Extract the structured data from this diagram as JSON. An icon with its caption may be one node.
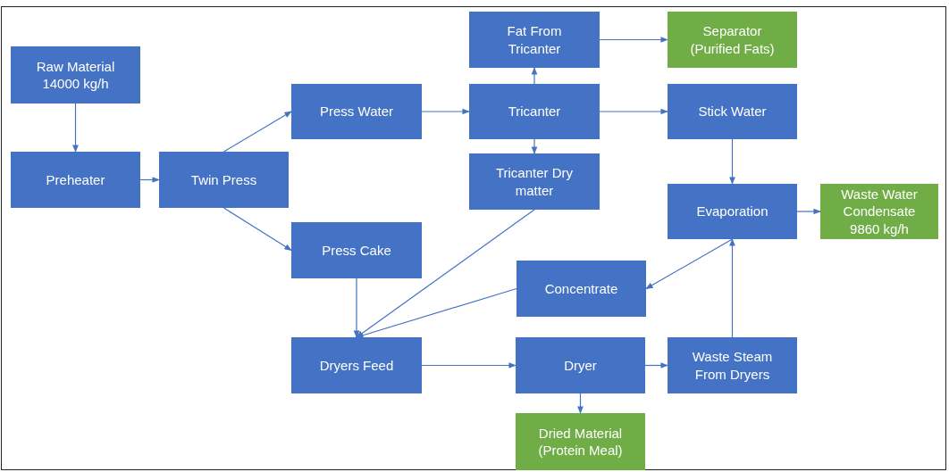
{
  "diagram": {
    "nodes": [
      {
        "text": [
          "Raw Material 14000 kg/h"
        ]
      },
      {
        "text": [
          "Preheater"
        ]
      },
      {
        "text": [
          "Twin Press"
        ]
      },
      {
        "text": [
          "Press Water"
        ]
      },
      {
        "text": [
          "Press Cake"
        ]
      },
      {
        "text": [
          "Fat From Tricanter"
        ]
      },
      {
        "text": [
          "Separator (Purified Fats)"
        ]
      },
      {
        "text": [
          "Tricanter"
        ]
      },
      {
        "text": [
          "Stick Water"
        ]
      },
      {
        "text": [
          "Tricanter Dry matter"
        ]
      },
      {
        "text": [
          "Evaporation"
        ]
      },
      {
        "text": [
          "Waste Water Condensate 9860 kg/h"
        ]
      },
      {
        "text": [
          "Concentrate"
        ]
      },
      {
        "text": [
          "Dryers Feed"
        ]
      },
      {
        "text": [
          "Dryer"
        ]
      },
      {
        "text": [
          "Waste Steam From Dryers"
        ]
      },
      {
        "text": [
          "Dried Material (Protein Meal)"
        ]
      }
    ],
    "edges": [
      {
        "from": 0,
        "to": 1,
        "arrow": "to"
      },
      {
        "from": 1,
        "to": 2,
        "arrow": "to"
      },
      {
        "from": 2,
        "to": 3,
        "arrow": "to"
      },
      {
        "from": 2,
        "to": 4,
        "arrow": "to"
      },
      {
        "from": 3,
        "to": 7,
        "arrow": "to"
      },
      {
        "from": 7,
        "to": 5,
        "arrow": "to"
      },
      {
        "from": 5,
        "to": 6,
        "arrow": "to"
      },
      {
        "from": 7,
        "to": 8,
        "arrow": "to"
      },
      {
        "from": 7,
        "to": 9,
        "arrow": "to"
      },
      {
        "from": 8,
        "to": 10,
        "arrow": "to"
      },
      {
        "from": 10,
        "to": 11,
        "arrow": "to"
      },
      {
        "from": 10,
        "to": 12,
        "arrow": "to"
      },
      {
        "from": 4,
        "to": 13,
        "arrow": "to"
      },
      {
        "from": 9,
        "to": 13,
        "arrow": "to"
      },
      {
        "from": 12,
        "to": 13,
        "arrow": "to"
      },
      {
        "from": 13,
        "to": 14,
        "arrow": "to"
      },
      {
        "from": 14,
        "to": 15,
        "arrow": "to"
      },
      {
        "from": 14,
        "to": 16,
        "arrow": "to"
      },
      {
        "from": 15,
        "to": 10,
        "arrow": "to"
      }
    ]
  }
}
